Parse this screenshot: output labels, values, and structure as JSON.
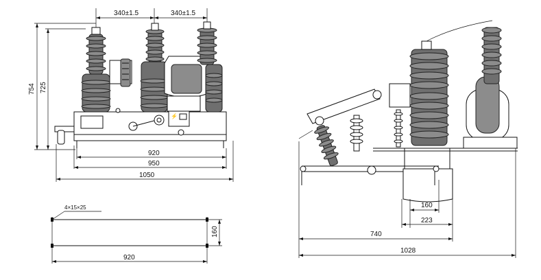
{
  "front_view": {
    "dim_top_left": "340±1.5",
    "dim_top_right": "340±1.5",
    "dim_height_outer": "754",
    "dim_height_inner": "725",
    "dim_width_1": "920",
    "dim_width_2": "950",
    "dim_width_3": "1050"
  },
  "plan_view": {
    "hole_note": "4×15×25",
    "dim_depth": "160",
    "dim_width": "920"
  },
  "side_view": {
    "dim_160": "160",
    "dim_223": "223",
    "dim_740": "740",
    "dim_1028": "1028"
  },
  "colors": {
    "line": "#111111",
    "porcelain": "#6f6f6f",
    "background": "#ffffff"
  }
}
